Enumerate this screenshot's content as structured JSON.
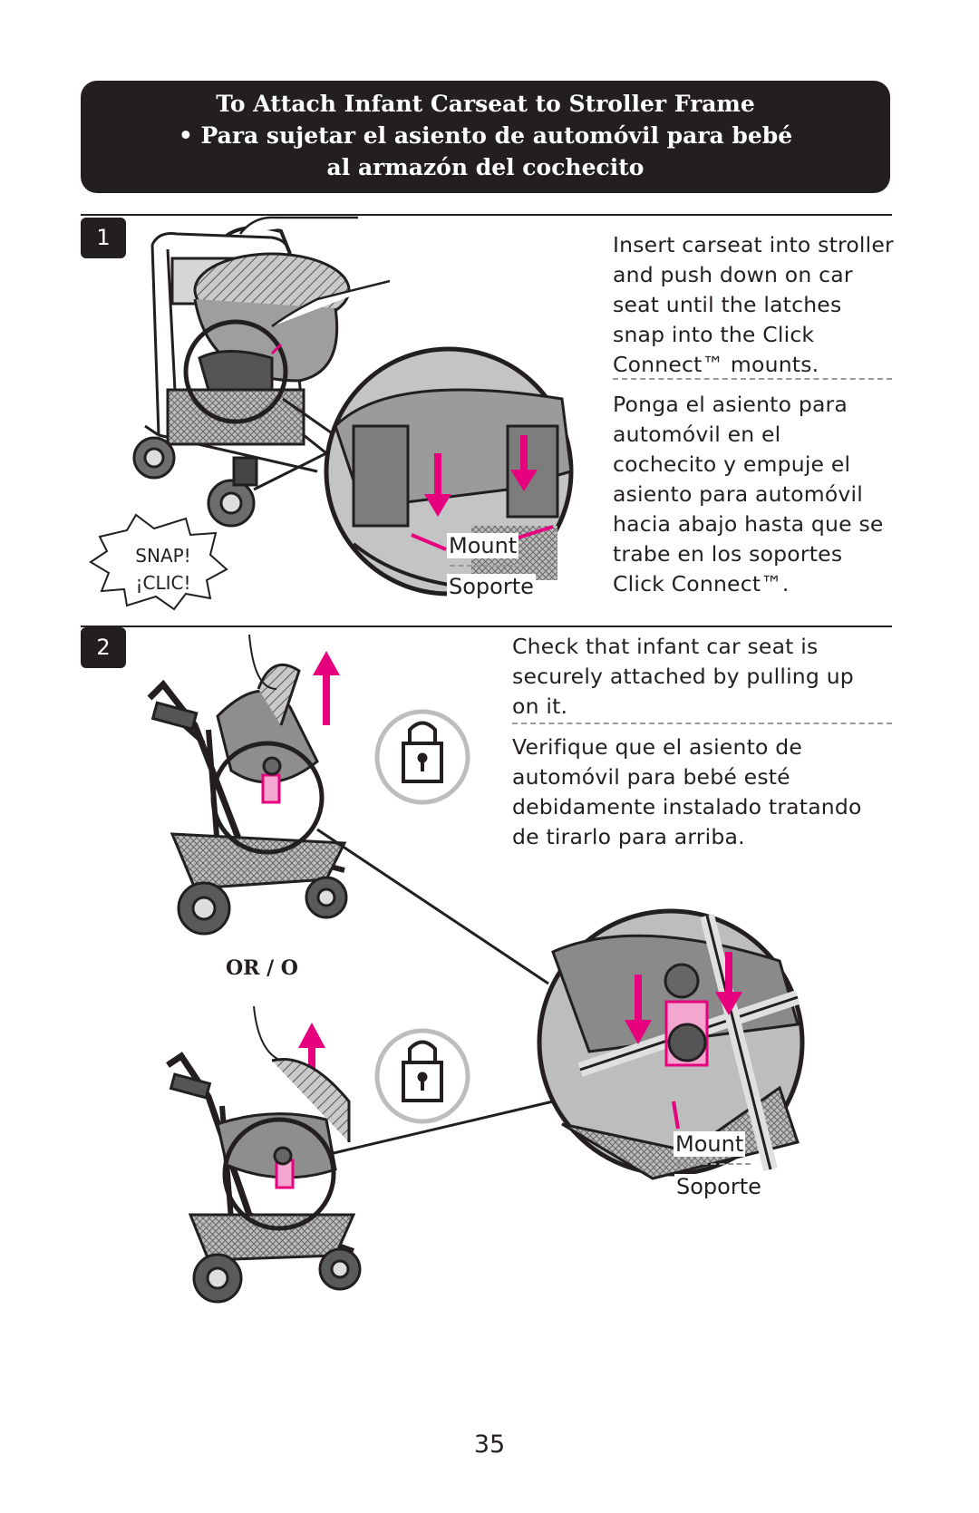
{
  "header": {
    "line1": "To Attach Infant Carseat to Stroller Frame",
    "line2": "• Para sujetar el asiento de automóvil para bebé",
    "line3": "al armazón del cochecito"
  },
  "step1": {
    "number": "1",
    "english": [
      "Insert carseat into stroller",
      "and push down on car",
      "seat until the latches",
      "snap into the Click",
      "Connect™ mounts."
    ],
    "spanish": [
      "Ponga el asiento para",
      "automóvil en el",
      "cochecito y empuje el",
      "asiento para automóvil",
      "hacia abajo hasta que se",
      "trabe en los soportes",
      "Click Connect™."
    ],
    "snap_line1": "SNAP!",
    "snap_line2": "¡CLIC!",
    "mount_label": "Mount",
    "soporte_label": "Soporte"
  },
  "step2": {
    "number": "2",
    "english": [
      "Check that infant car seat is",
      "securely attached by pulling up",
      "on it."
    ],
    "spanish": [
      "Verifique que el asiento de",
      "automóvil para bebé esté",
      "debidamente instalado tratando",
      "de tirarlo para arriba."
    ],
    "or_label": "OR / O",
    "mount_label": "Mount",
    "soporte_label": "Soporte"
  },
  "page_number": "35",
  "colors": {
    "accent": "#e6007e",
    "dark": "#231f20",
    "grey": "#9a9a9a"
  },
  "icons": [
    "lock-icon",
    "arrow-up-icon",
    "arrow-down-icon",
    "stroller-illustration",
    "carseat-illustration",
    "burst-icon"
  ]
}
